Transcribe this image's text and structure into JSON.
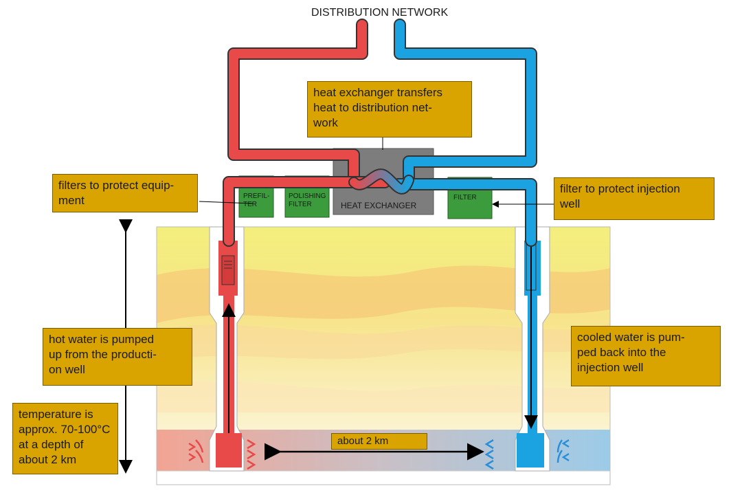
{
  "title": "DISTRIBUTION NETWORK",
  "colors": {
    "hot_pipe": "#e84a4a",
    "cold_pipe": "#1aa3e0",
    "callout_bg": "#d9a400",
    "filter_green": "#3a9a3a",
    "exchanger_gray": "#808080",
    "ground_top": "#f2ee7a",
    "ground_band": "#f5c77a",
    "reservoir_hot": "#f2a89a",
    "reservoir_cold": "#9fcbe6"
  },
  "equipment": {
    "heat_exchanger": "HEAT EXCHANGER",
    "prefilter": [
      "PREFIL-",
      "TER"
    ],
    "polishing_filter": [
      "POLISHING",
      "FILTER"
    ],
    "filter": "FILTER"
  },
  "callouts": {
    "heat_exchanger": [
      "heat exchanger transfers",
      "heat to distribution net-",
      "work"
    ],
    "filters_equipment": [
      "filters to protect equip-",
      "ment"
    ],
    "filter_injection": [
      "filter to protect injection",
      "well"
    ],
    "hot_water": [
      "hot water is pumped",
      "up from the producti-",
      "on well"
    ],
    "cooled_water": [
      "cooled water is pum-",
      "ped back into the",
      "injection well"
    ],
    "temperature": [
      "temperature is",
      "approx. 70-100°C",
      "at a depth of",
      "about 2 km"
    ],
    "distance": "about 2 km"
  },
  "icons": [
    "arrow-up-down-icon",
    "arrow-left-right-icon",
    "flow-arrow-icon",
    "heat-flow-icon"
  ]
}
